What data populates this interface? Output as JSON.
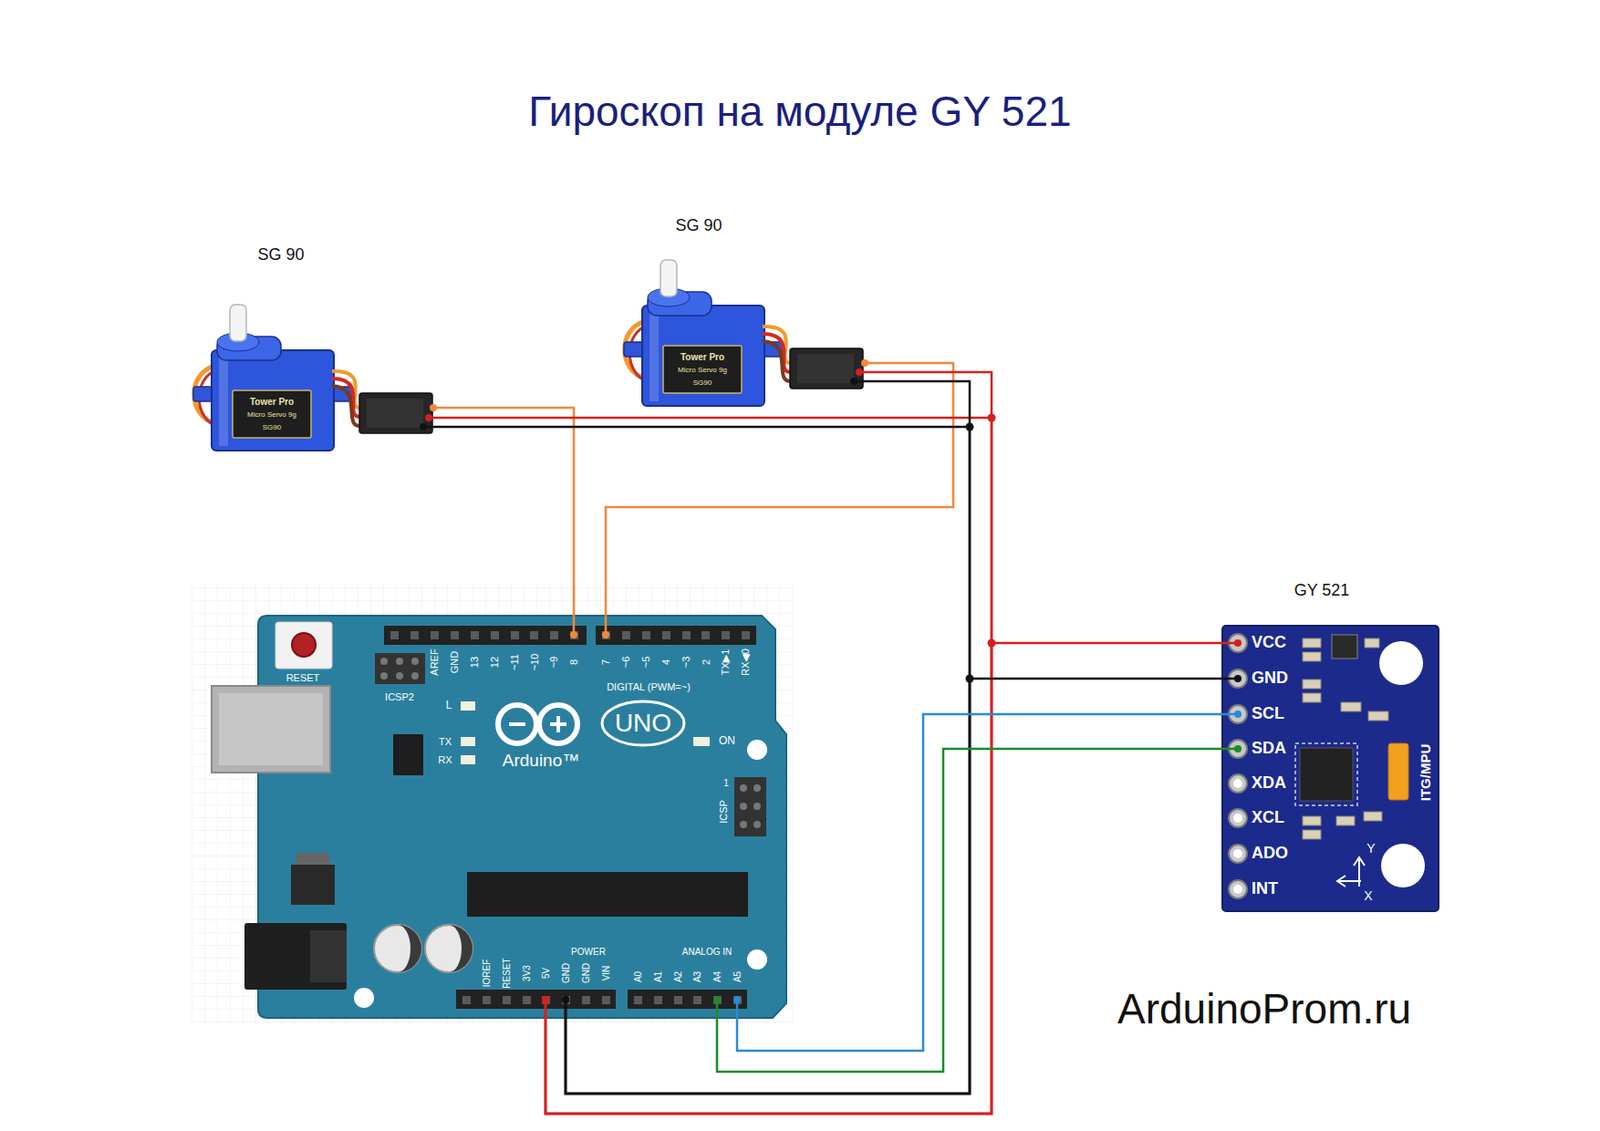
{
  "diagram": {
    "title": "Гироскоп на модуле GY 521",
    "nodes": [
      {
        "text": [
          "SG 90",
          "Tower Pro",
          "Micro Servo 9g",
          "SG90"
        ]
      },
      {
        "text": [
          "SG 90",
          "Tower Pro",
          "Micro Servo 9g",
          "SG90"
        ]
      },
      {
        "text": [
          "RESET",
          "ICSP2",
          "AREF",
          "GND",
          "13",
          "12",
          "~11",
          "~10",
          "~9",
          "8",
          "7",
          "~6",
          "~5",
          "4",
          "~3",
          "2",
          "TX▶1",
          "RX◀0",
          "DIGITAL (PWM=~)",
          "L",
          "TX",
          "RX",
          "UNO",
          "Arduino™",
          "ON",
          "1",
          "ICSP",
          "IOREF",
          "RESET",
          "3V3",
          "5V",
          "GND",
          "GND",
          "VIN",
          "POWER",
          "ANALOG IN",
          "A0",
          "A1",
          "A2",
          "A3",
          "A4",
          "A5"
        ]
      },
      {
        "text": [
          "GY 521",
          "VCC",
          "GND",
          "SCL",
          "SDA",
          "XDA",
          "XCL",
          "ADO",
          "INT",
          "ITG/MPU",
          "Y",
          "X"
        ]
      }
    ],
    "edges": [
      {
        "from": 0,
        "to": 2,
        "arrow": "none"
      },
      {
        "from": 1,
        "to": 2,
        "arrow": "none"
      },
      {
        "from": 0,
        "to": 2,
        "arrow": "none"
      },
      {
        "from": 0,
        "to": 2,
        "arrow": "none"
      },
      {
        "from": 1,
        "to": 2,
        "arrow": "none"
      },
      {
        "from": 1,
        "to": 2,
        "arrow": "none"
      },
      {
        "from": 3,
        "to": 2,
        "arrow": "none"
      },
      {
        "from": 3,
        "to": 2,
        "arrow": "none"
      },
      {
        "from": 3,
        "to": 2,
        "arrow": "none"
      },
      {
        "from": 3,
        "to": 2,
        "arrow": "none"
      }
    ],
    "labels": [
      "ArduinoProm.ru"
    ]
  }
}
